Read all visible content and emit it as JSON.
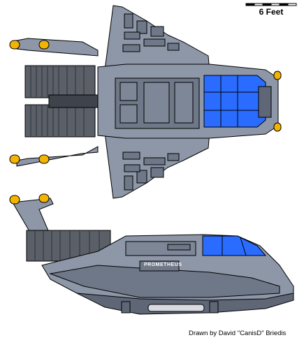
{
  "scale": {
    "label": "6 Feet"
  },
  "credit": "Drawn by David \"CanisD\" Briedis",
  "ship": {
    "hull_text": "PROMETHEUS",
    "colors": {
      "hull": "#8e97a8",
      "hull_dark": "#5f6777",
      "panel": "#6f7888",
      "outline": "#000000",
      "canopy": "#2a6cff",
      "canopy_dark": "#1037b8",
      "engine": "#5a5f68",
      "warhead": "#f2b400"
    }
  }
}
